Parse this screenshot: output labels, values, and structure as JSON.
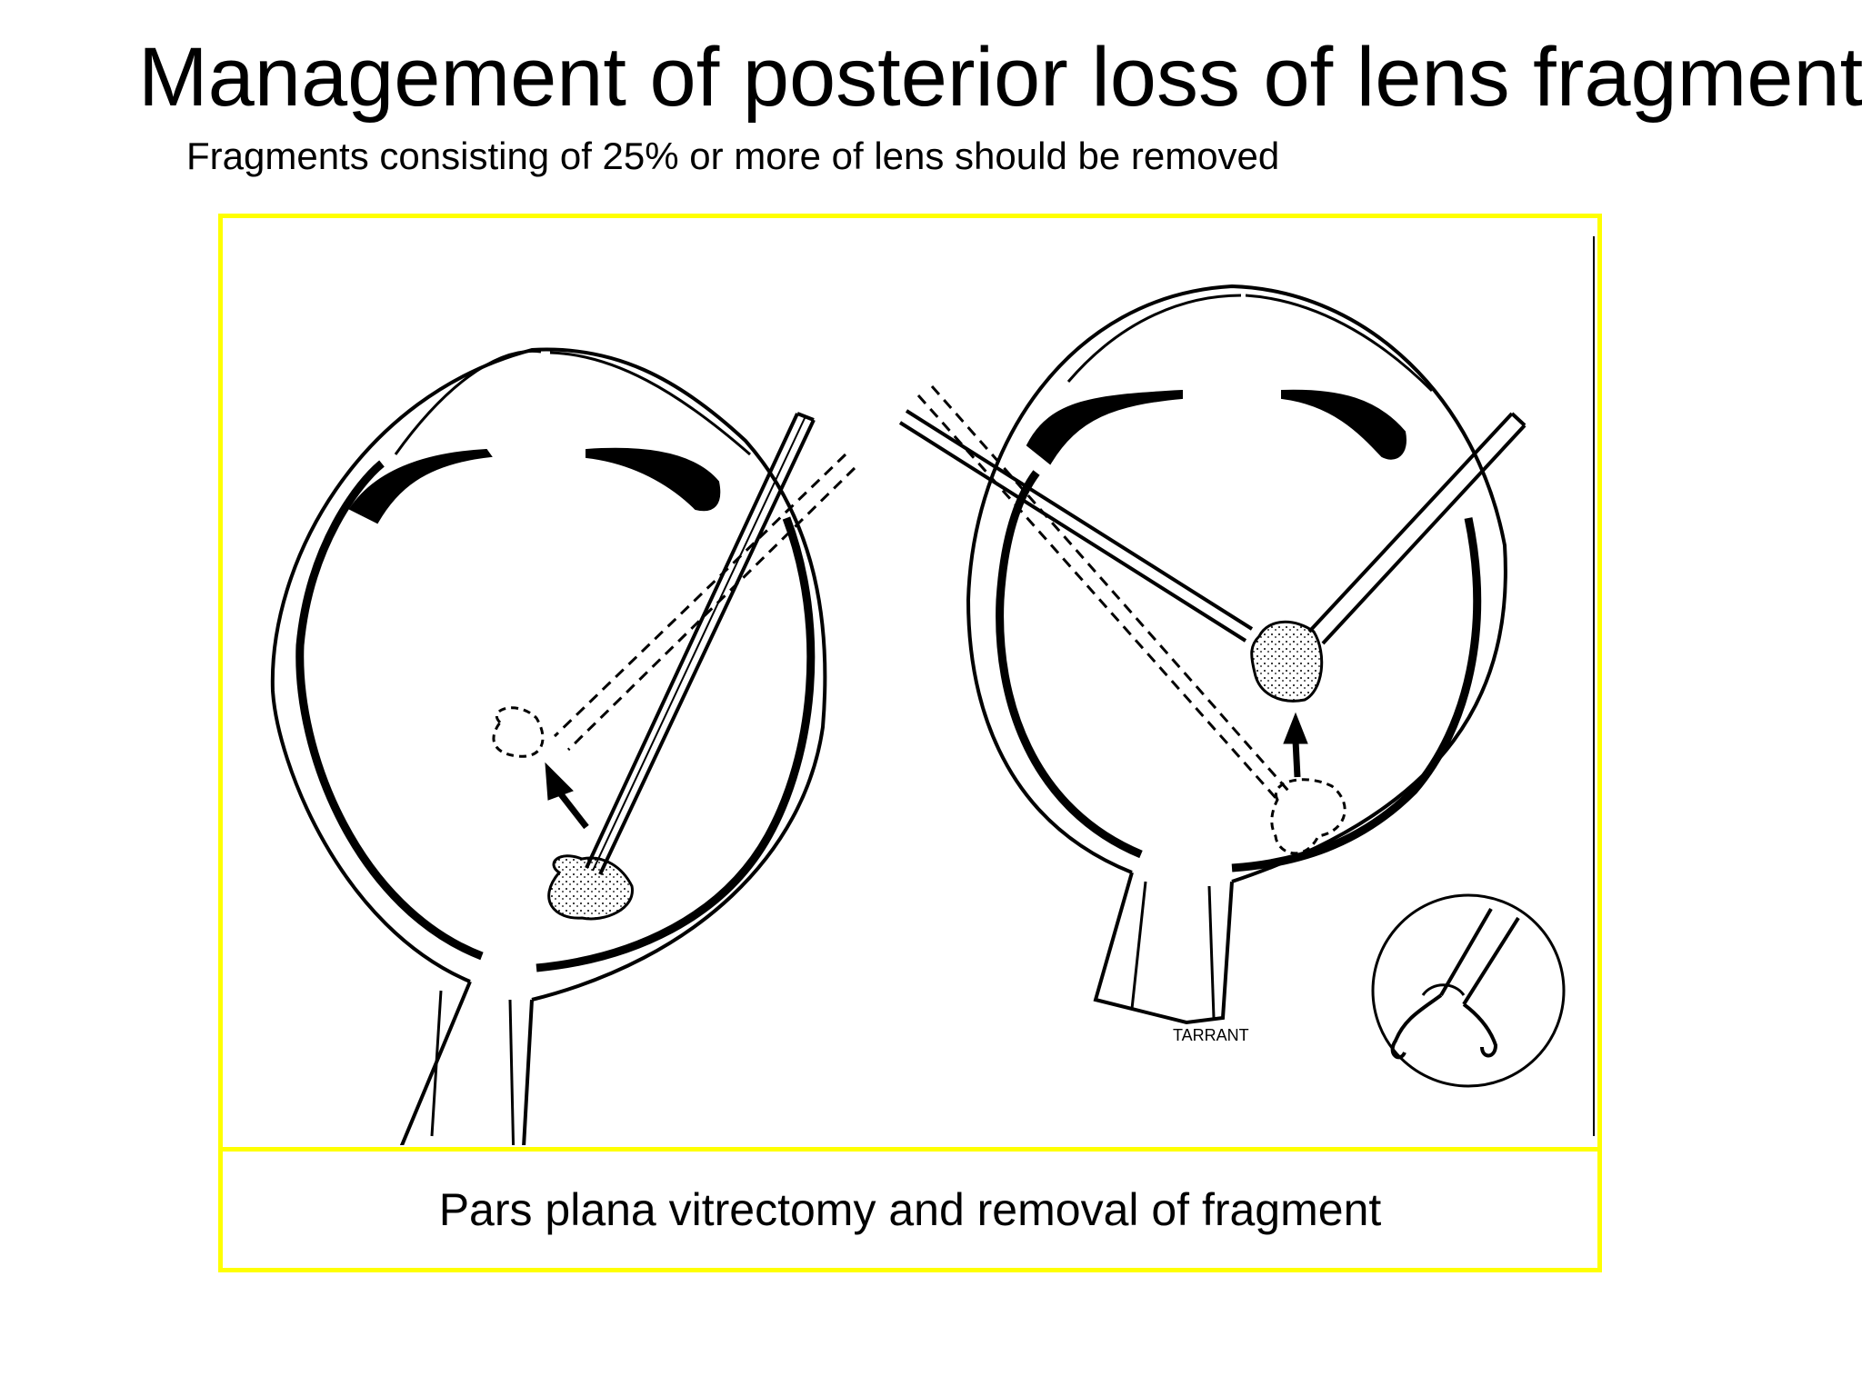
{
  "slide": {
    "title": "Management of posterior loss of lens fragment",
    "subtitle": "Fragments consisting of 25% or more of lens should be removed"
  },
  "figure": {
    "caption": "Pars plana vitrectomy and removal of fragment",
    "signature": "TARRANT",
    "accent_color": "#ffff00"
  }
}
